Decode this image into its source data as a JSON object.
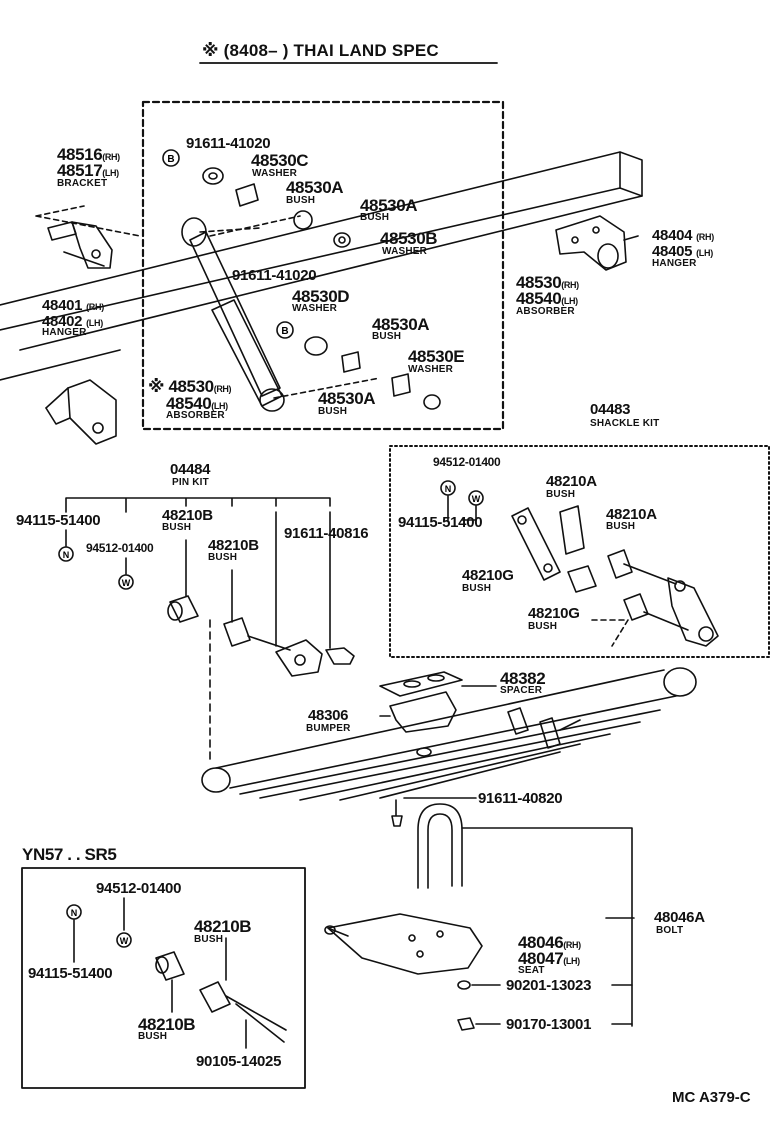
{
  "title": "※ (8408–        ) THAI LAND SPEC",
  "codes": {
    "bolt_symbol": "B",
    "nut_symbol": "N",
    "washer_symbol": "W"
  },
  "labels": {
    "p91611_41020_a": "91611-41020",
    "p48530C": "48530C",
    "p48530C_sub": "WASHER",
    "p48530A_1": "48530A",
    "p48530A_1_sub": "BUSH",
    "p48530A_2": "48530A",
    "p48530A_2_sub": "BUSH",
    "p48530B": "48530B",
    "p48530B_sub": "WASHER",
    "p91611_41020_b": "91611-41020",
    "p48530D": "48530D",
    "p48530D_sub": "WASHER",
    "p48530A_3": "48530A",
    "p48530A_3_sub": "BUSH",
    "p48530E": "48530E",
    "p48530E_sub": "WASHER",
    "p48530A_4": "48530A",
    "p48530A_4_sub": "BUSH",
    "p48530_rh_abs": "※ 48530",
    "p48540_lh_abs": "48540",
    "p_abs_sub": "ABSORBER",
    "p48530_rh_right": "48530",
    "p48540_lh_right": "48540",
    "p_abs_right_sub": "ABSORBER",
    "p48516": "48516",
    "p48517": "48517",
    "p_bracket_sub": "BRACKET",
    "p48401": "48401",
    "p48402": "48402",
    "p_hanger_sub_left": "HANGER",
    "p48404": "48404",
    "p48405": "48405",
    "p_hanger_sub_right": "HANGER",
    "p04483": "04483",
    "p04483_sub": "SHACKLE KIT",
    "p94512_01400_a": "94512-01400",
    "p94115_51400_a": "94115-51400",
    "p48210A_1": "48210A",
    "p48210A_1_sub": "BUSH",
    "p48210A_2": "48210A",
    "p48210A_2_sub": "BUSH",
    "p48210G_1": "48210G",
    "p48210G_1_sub": "BUSH",
    "p48210G_2": "48210G",
    "p48210G_2_sub": "BUSH",
    "p04484": "04484",
    "p04484_sub": "PIN KIT",
    "p94115_51400_b": "94115-51400",
    "p94512_01400_b": "94512-01400",
    "p48210B_1": "48210B",
    "p48210B_1_sub": "BUSH",
    "p48210B_2": "48210B",
    "p48210B_2_sub": "BUSH",
    "p91611_40816": "91611-40816",
    "p48382": "48382",
    "p48382_sub": "SPACER",
    "p48306": "48306",
    "p48306_sub": "BUMPER",
    "p91611_40820": "91611-40820",
    "yn57": "YN57 . . SR5",
    "p94512_01400_c": "94512-01400",
    "p94115_51400_c": "94115-51400",
    "p48210B_3": "48210B",
    "p48210B_3_sub": "BUSH",
    "p48210B_4": "48210B",
    "p48210B_4_sub": "BUSH",
    "p90105_14025": "90105-14025",
    "p48046": "48046",
    "p48047": "48047",
    "p_seat_sub": "SEAT",
    "p48046A": "48046A",
    "p48046A_sub": "BOLT",
    "p90201_13023": "90201-13023",
    "p90170_13001": "90170-13001",
    "rh": "(RH)",
    "lh": "(LH)",
    "catalog_code": "MC A379-C"
  }
}
